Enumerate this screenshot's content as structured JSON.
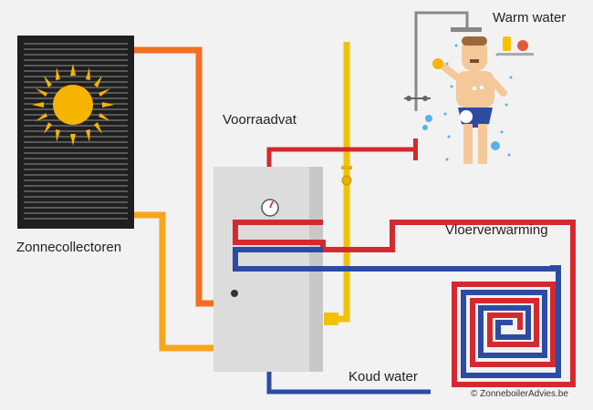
{
  "labels": {
    "collector": "Zonnecollectoren",
    "tank": "Voorraadvat",
    "warm_water": "Warm water",
    "floor_heating": "Vloerverwarming",
    "cold_water": "Koud water",
    "copyright": "© ZonneboilerAdvies.be"
  },
  "colors": {
    "background": "#f2f2f2",
    "panel_frame": "#1f1f1f",
    "panel_lines": "#6b6b6b",
    "sun": "#f4b400",
    "hot_loop": "#f36f21",
    "warm_loop": "#f7a51d",
    "gas_pipe": "#f2c200",
    "hot_water": "#d42a2f",
    "cold_water": "#2c4ba3",
    "tank_body": "#dcdcdc",
    "tank_side": "#c8c8c8"
  },
  "icons": [
    "sun-icon",
    "thermometer-icon",
    "shower-icon",
    "person-icon",
    "valve-icon"
  ]
}
